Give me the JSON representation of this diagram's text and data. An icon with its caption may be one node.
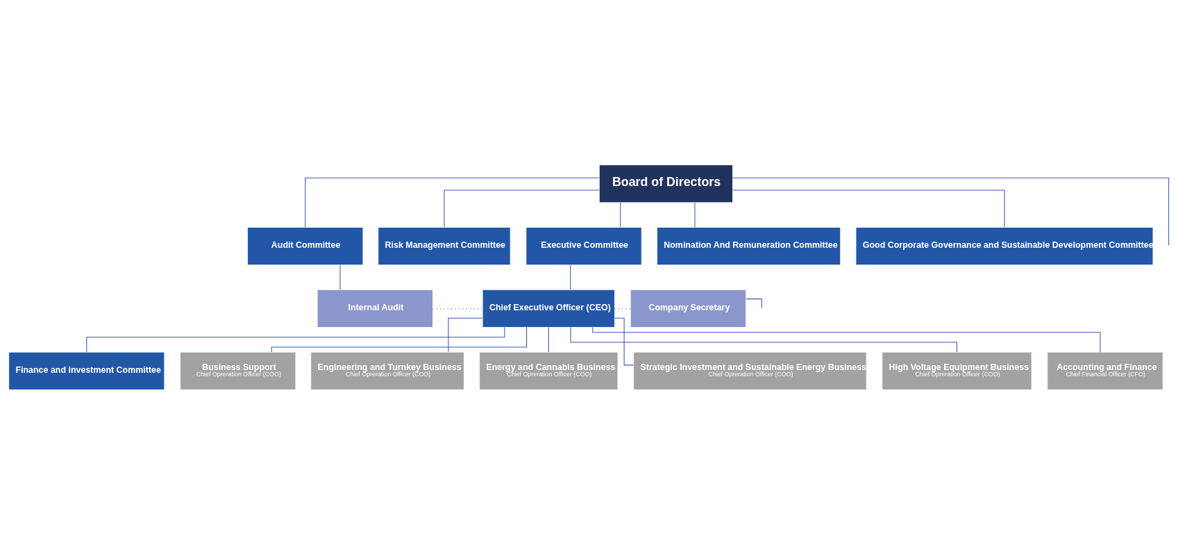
{
  "diagram": {
    "nodes": [
      {
        "text": [
          "Board of Directors"
        ]
      },
      {
        "text": [
          "Audit Committee"
        ]
      },
      {
        "text": [
          "Risk Management Committee"
        ]
      },
      {
        "text": [
          "Executive Committee"
        ]
      },
      {
        "text": [
          "Nomination And Remuneration Committee"
        ]
      },
      {
        "text": [
          "Good Corporate Governance and Sustainable Development Committee"
        ]
      },
      {
        "text": [
          "Internal Audit"
        ]
      },
      {
        "text": [
          "Chief Executive Officer (CEO)"
        ]
      },
      {
        "text": [
          "Company Secretary"
        ]
      },
      {
        "text": [
          "Finance and Investment Committee"
        ]
      },
      {
        "text": [
          "Business Support",
          "Chief Opreration Officer (COO)"
        ]
      },
      {
        "text": [
          "Engineering and Turnkey Business",
          "Chief Opreration Officer (COO)"
        ]
      },
      {
        "text": [
          "Energy and Cannabis Business",
          "Chief Opreration Officer (COO)"
        ]
      },
      {
        "text": [
          "Strategic Investment and Sustainable Energy Business",
          "Chief Opreration Officer (COO)"
        ]
      },
      {
        "text": [
          "High Voltage Equipment Business",
          "Chief Opreration Officer (COO)"
        ]
      },
      {
        "text": [
          "Accounting and Finance",
          "Chief Financial Officer (CFO)"
        ]
      }
    ],
    "edges": [
      {
        "from": 0,
        "to": 1,
        "arrow": "none"
      },
      {
        "from": 0,
        "to": 2,
        "arrow": "none"
      },
      {
        "from": 0,
        "to": 3,
        "arrow": "none"
      },
      {
        "from": 0,
        "to": 4,
        "arrow": "none"
      },
      {
        "from": 0,
        "to": 5,
        "arrow": "none"
      },
      {
        "from": 0,
        "to": null,
        "arrow": "none"
      },
      {
        "from": 1,
        "to": 6,
        "arrow": "none"
      },
      {
        "from": 3,
        "to": 7,
        "arrow": "none"
      },
      {
        "from": 6,
        "to": 7,
        "arrow": "none",
        "style": "dashed"
      },
      {
        "from": 7,
        "to": 8,
        "arrow": "none",
        "style": "dashed"
      },
      {
        "from": 8,
        "to": null,
        "arrow": "none"
      },
      {
        "from": 7,
        "to": 9,
        "arrow": "none"
      },
      {
        "from": 7,
        "to": 10,
        "arrow": "none"
      },
      {
        "from": 7,
        "to": 11,
        "arrow": "none"
      },
      {
        "from": 7,
        "to": 12,
        "arrow": "none"
      },
      {
        "from": 7,
        "to": 13,
        "arrow": "none"
      },
      {
        "from": 7,
        "to": 14,
        "arrow": "none"
      },
      {
        "from": 7,
        "to": 15,
        "arrow": "none"
      }
    ]
  }
}
